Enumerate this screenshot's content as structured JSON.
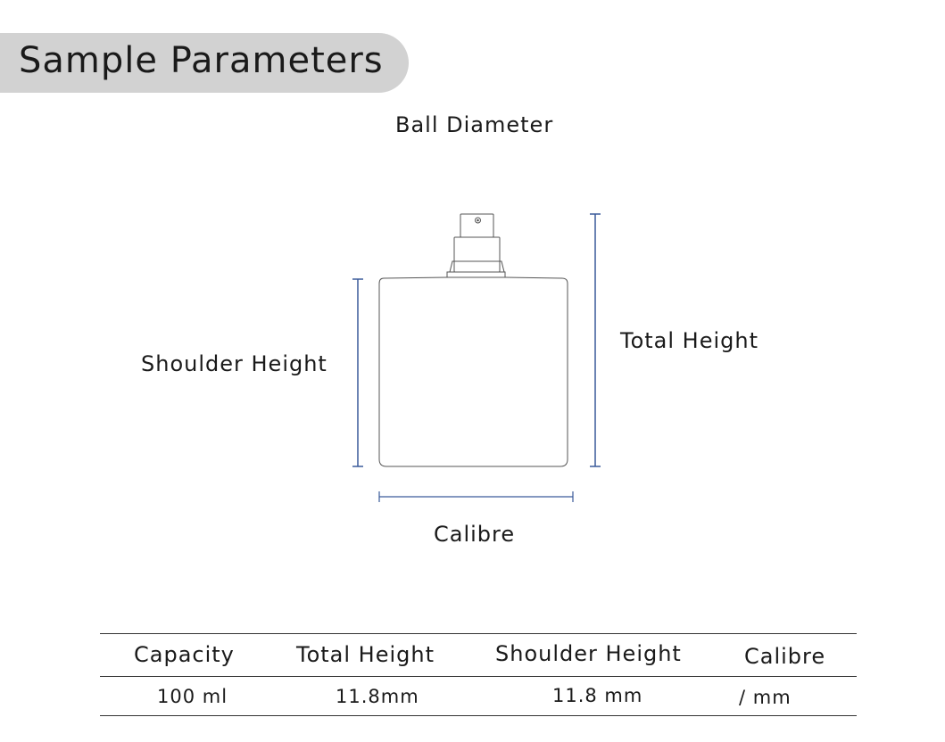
{
  "header": {
    "title": "Sample Parameters"
  },
  "diagram": {
    "ball_diameter_label": "Ball Diameter",
    "shoulder_height_label": "Shoulder Height",
    "total_height_label": "Total Height",
    "calibre_label": "Calibre"
  },
  "colors": {
    "header_background": "#d2d2d2",
    "dimension_line": "#3a5a9a",
    "bottle_outline": "#555555"
  },
  "table": {
    "headers": [
      "Capacity",
      "Total Height",
      "Shoulder Height",
      "Calibre"
    ],
    "rows": [
      [
        "100 ml",
        "11.8mm",
        "11.8 mm",
        "/ mm"
      ]
    ]
  }
}
